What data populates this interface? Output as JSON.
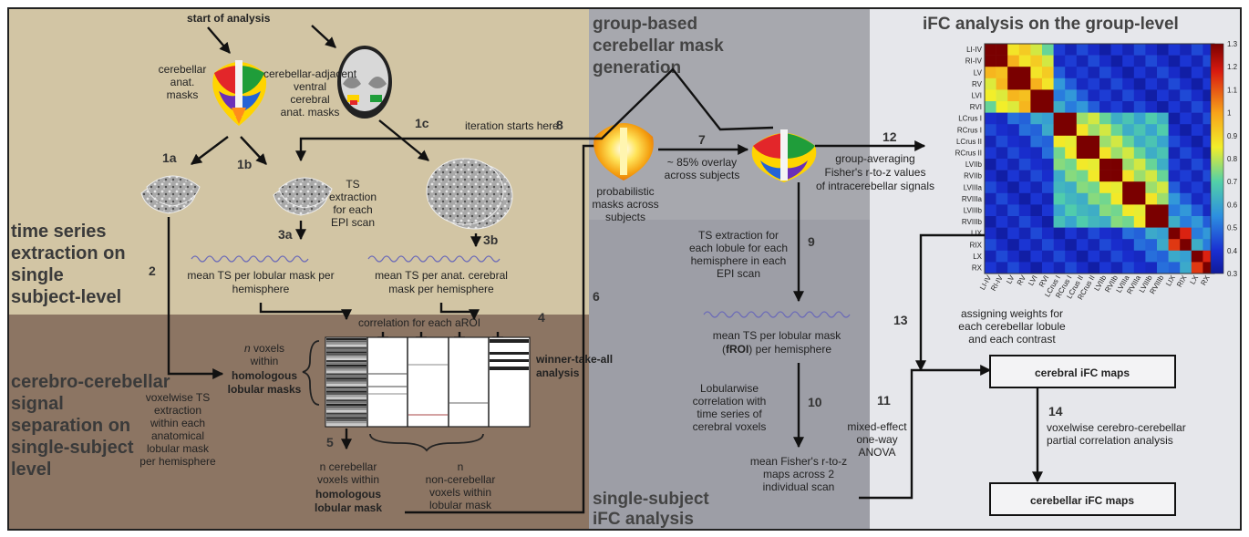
{
  "panels": {
    "single_subject_header": "time series extraction on single subject-level",
    "separation_header": "cerebro-cerebellar signal separation on single-subject level",
    "group_mask_header": "group-based cerebellar mask generation",
    "single_ifc_header": "single-subject iFC analysis",
    "group_ifc_header": "iFC analysis on the group-level"
  },
  "labels": {
    "start": "start of analysis",
    "cerebellar_masks": "cerebellar anat. masks",
    "cerebral_masks": "cerebellar-adjacent ventral cerebral anat. masks",
    "iteration": "iteration starts here",
    "ts_extraction": "TS extraction for each EPI scan",
    "mean_ts_lobular": "mean TS per lobular mask per hemisphere",
    "mean_ts_cerebral": "mean TS per anat. cerebral mask per hemisphere",
    "correlation_aroi": "correlation for each aROI",
    "n_voxels_within": "n voxels within",
    "homologous_masks": "homologous lobular masks",
    "voxelwise_ts": "voxelwise TS extraction within each anatomical lobular mask per hemisphere",
    "winner": "winner-take-all analysis",
    "n_cerebellar": "n cerebellar voxels within",
    "homologous_mask": "homologous lobular mask",
    "n_noncerebellar": "n non-cerebellar voxels within lobular mask",
    "probabilistic": "probabilistic masks across subjects",
    "overlay": "~ 85% overlay across subjects",
    "ts_lobule": "TS extraction for each lobule for each hemisphere in each EPI scan",
    "mean_ts_froi_a": "mean TS per lobular mask",
    "froi": "fROI",
    "mean_ts_froi_b": "per hemisphere",
    "lobularwise": "Lobularwise correlation with time series of cerebral voxels",
    "mean_fisher": "mean Fisher's r-to-z maps across 2 individual scan",
    "mixed_effect": "mixed-effect one-way ANOVA",
    "group_avg_a": "group-averaging",
    "group_avg_b": "Fisher's r-to-z values",
    "group_avg_c": "of intracerebellar signals",
    "assign_weights": "assigning weights for each cerebellar lobule and each contrast",
    "voxelwise_partial": "voxelwise cerebro-cerebellar partial correlation analysis"
  },
  "steps": [
    "1a",
    "1b",
    "1c",
    "2",
    "3a",
    "3b",
    "4",
    "5",
    "6",
    "7",
    "8",
    "9",
    "10",
    "11",
    "12",
    "13",
    "14"
  ],
  "boxes": {
    "cerebral_ifc": "cerebral iFC maps",
    "cerebellar_ifc": "cerebellar iFC maps"
  },
  "colors": {
    "panel_tan": "#d2c5a4",
    "panel_brown": "#8c7563",
    "panel_gray": "#a7a8ae",
    "panel_darkgray": "#9d9ea6",
    "panel_light": "#e6e7eb"
  },
  "chart_data": {
    "type": "heatmap",
    "regions": [
      "LI-IV",
      "RI-IV",
      "LV",
      "RV",
      "LVI",
      "RVI",
      "LCrus I",
      "RCrus I",
      "LCrus II",
      "RCrus II",
      "LVIIb",
      "RVIIb",
      "LVIIIa",
      "RVIIIa",
      "LVIIIb",
      "RVIIIb",
      "LIX",
      "RIX",
      "LX",
      "RX"
    ],
    "colorbar_ticks": [
      "1.3",
      "1.2",
      "1.1",
      "1",
      "0.9",
      "0.8",
      "0.7",
      "0.6",
      "0.5",
      "0.4",
      "0.3"
    ],
    "range": [
      0.3,
      1.3
    ]
  }
}
